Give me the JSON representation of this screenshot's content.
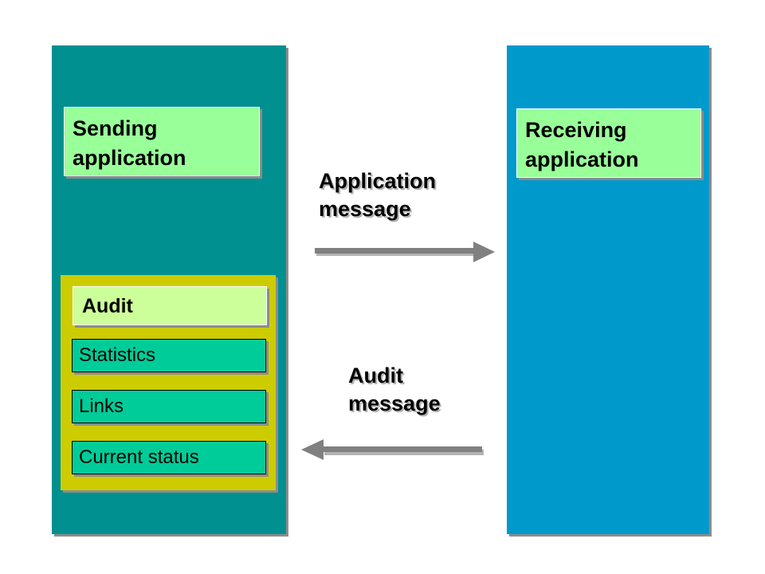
{
  "sender": {
    "title_line1": "Sending",
    "title_line2": "application",
    "audit": {
      "header": "Audit",
      "items": [
        "Statistics",
        "Links",
        "Current status"
      ]
    }
  },
  "receiver": {
    "title_line1": "Receiving",
    "title_line2": "application"
  },
  "messages": {
    "application": {
      "line1": "Application",
      "line2": "message",
      "direction": "right"
    },
    "audit": {
      "line1": "Audit",
      "line2": "message",
      "direction": "left"
    }
  },
  "colors": {
    "sender_panel": "#009090",
    "receiver_panel": "#0099cc",
    "app_box": "#99ff99",
    "audit_group": "#cccc00",
    "audit_header": "#ccff99",
    "audit_item": "#00cc99",
    "arrow": "#808080"
  }
}
